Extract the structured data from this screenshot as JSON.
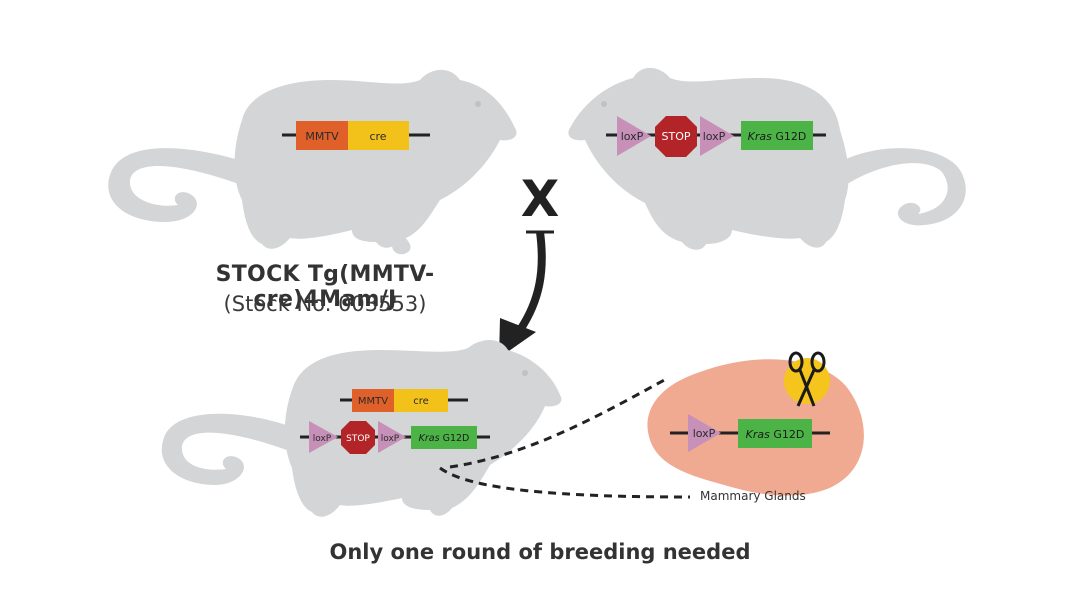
{
  "cross_symbol": "X",
  "parent_left": {
    "promoter": "MMTV",
    "gene": "cre",
    "strain_name": "STOCK Tg(MMTV-cre)4Mam/J",
    "stock_number": "(Stock No. 003553)"
  },
  "parent_right": {
    "loxp_1": "loxP",
    "stop": "STOP",
    "loxp_2": "loxP",
    "gene_italic": "Kras",
    "mutation": " G12D"
  },
  "offspring": {
    "promoter": "MMTV",
    "gene": "cre",
    "loxp_1": "loxP",
    "stop": "STOP",
    "loxp_2": "loxP",
    "gene_italic": "Kras",
    "mutation": " G12D"
  },
  "tissue": {
    "loxp": "loxP",
    "gene_italic": "Kras",
    "mutation": " G12D",
    "label": "Mammary Glands"
  },
  "caption": "Only one round of breeding needed",
  "colors": {
    "mouse": "#d3d5d6",
    "mmtv": "#e0602a",
    "cre": "#f2c21a",
    "loxp": "#c790b8",
    "stop": "#b32428",
    "kras": "#4cb447",
    "tissue": "#f0aa91",
    "scissors_bg": "#f5c51e",
    "arrow": "#222222"
  },
  "icons": [
    "scissors-icon",
    "cross-icon",
    "arrow-icon"
  ]
}
